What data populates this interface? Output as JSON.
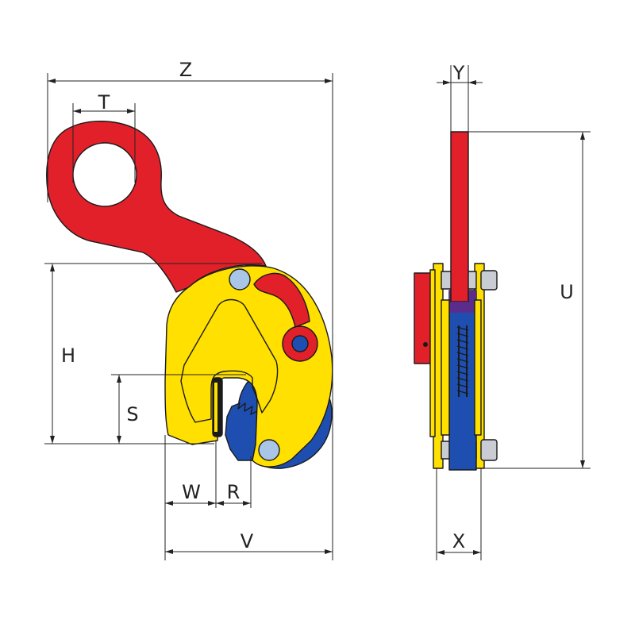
{
  "labels": {
    "z": "Z",
    "t": "T",
    "h": "H",
    "s": "S",
    "w": "W",
    "r": "R",
    "v": "V",
    "y": "Y",
    "u": "U",
    "x": "X"
  },
  "colors": {
    "red": "#e2202a",
    "yellow": "#ffe000",
    "blue": "#1e4fb0",
    "pin": "#a9c6e8",
    "purple": "#5a2d8c",
    "gray": "#c9ccd2"
  }
}
